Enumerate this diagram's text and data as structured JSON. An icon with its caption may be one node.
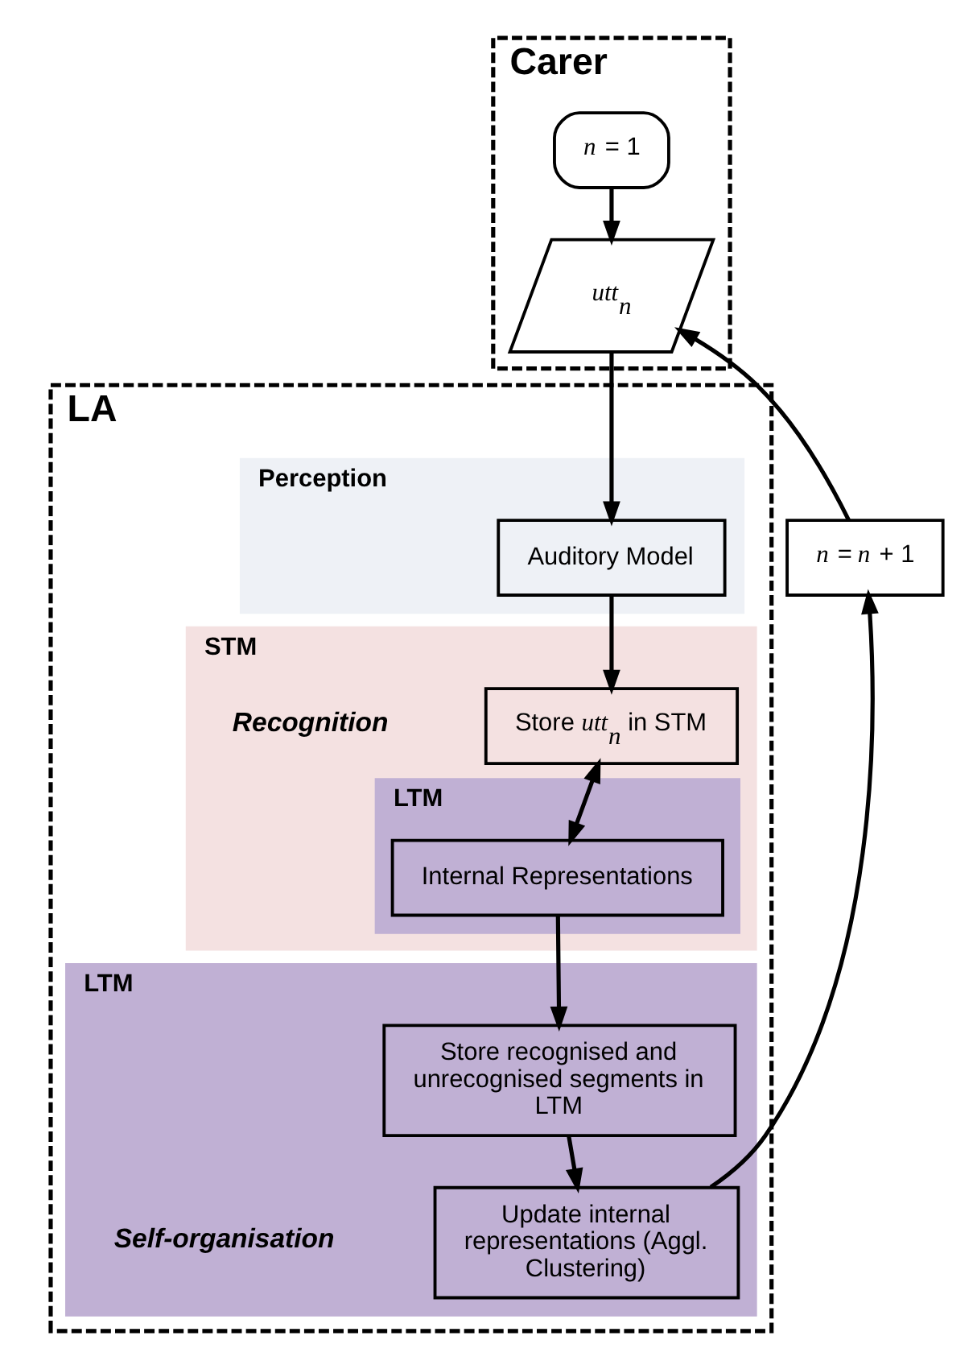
{
  "diagram": {
    "nodes": [
      {
        "text": [
          "Carer"
        ]
      },
      {
        "text": [
          "*n* = 1"
        ],
        "in": 0
      },
      {
        "text": [
          "*utt*$_{n}$"
        ],
        "in": 0
      },
      {
        "text": [
          "LA"
        ]
      },
      {
        "text": [
          "Perception"
        ],
        "in": 3
      },
      {
        "text": [
          "Auditory Model"
        ],
        "in": 4
      },
      {
        "text": [
          "STM"
        ],
        "in": 3
      },
      {
        "text": [
          "Store *utt*$_{n}$ in STM"
        ],
        "in": 6
      },
      {
        "text": [
          "LTM"
        ],
        "in": 6
      },
      {
        "text": [
          "Internal Representations"
        ],
        "in": 8
      },
      {
        "text": [
          "LTM"
        ],
        "in": 3
      },
      {
        "text": [
          "Store recognised and unrecognised segments in LTM"
        ],
        "in": 10
      },
      {
        "text": [
          "Update internal representations (Aggl. Clustering)"
        ],
        "in": 10
      },
      {
        "text": [
          "*n* = *n* + 1"
        ]
      }
    ],
    "edges": [
      {
        "from": 1,
        "to": 2,
        "arrow": "to"
      },
      {
        "from": 2,
        "to": 5,
        "arrow": "to"
      },
      {
        "from": 5,
        "to": 7,
        "arrow": "to"
      },
      {
        "from": 7,
        "to": 9,
        "arrow": "both"
      },
      {
        "from": 9,
        "to": 11,
        "arrow": "to"
      },
      {
        "from": 11,
        "to": 12,
        "arrow": "to"
      },
      {
        "from": 12,
        "to": 13,
        "arrow": "to"
      },
      {
        "from": 13,
        "to": 2,
        "arrow": "to"
      }
    ],
    "labels": [
      "Recognition",
      "Self-organisation"
    ]
  }
}
